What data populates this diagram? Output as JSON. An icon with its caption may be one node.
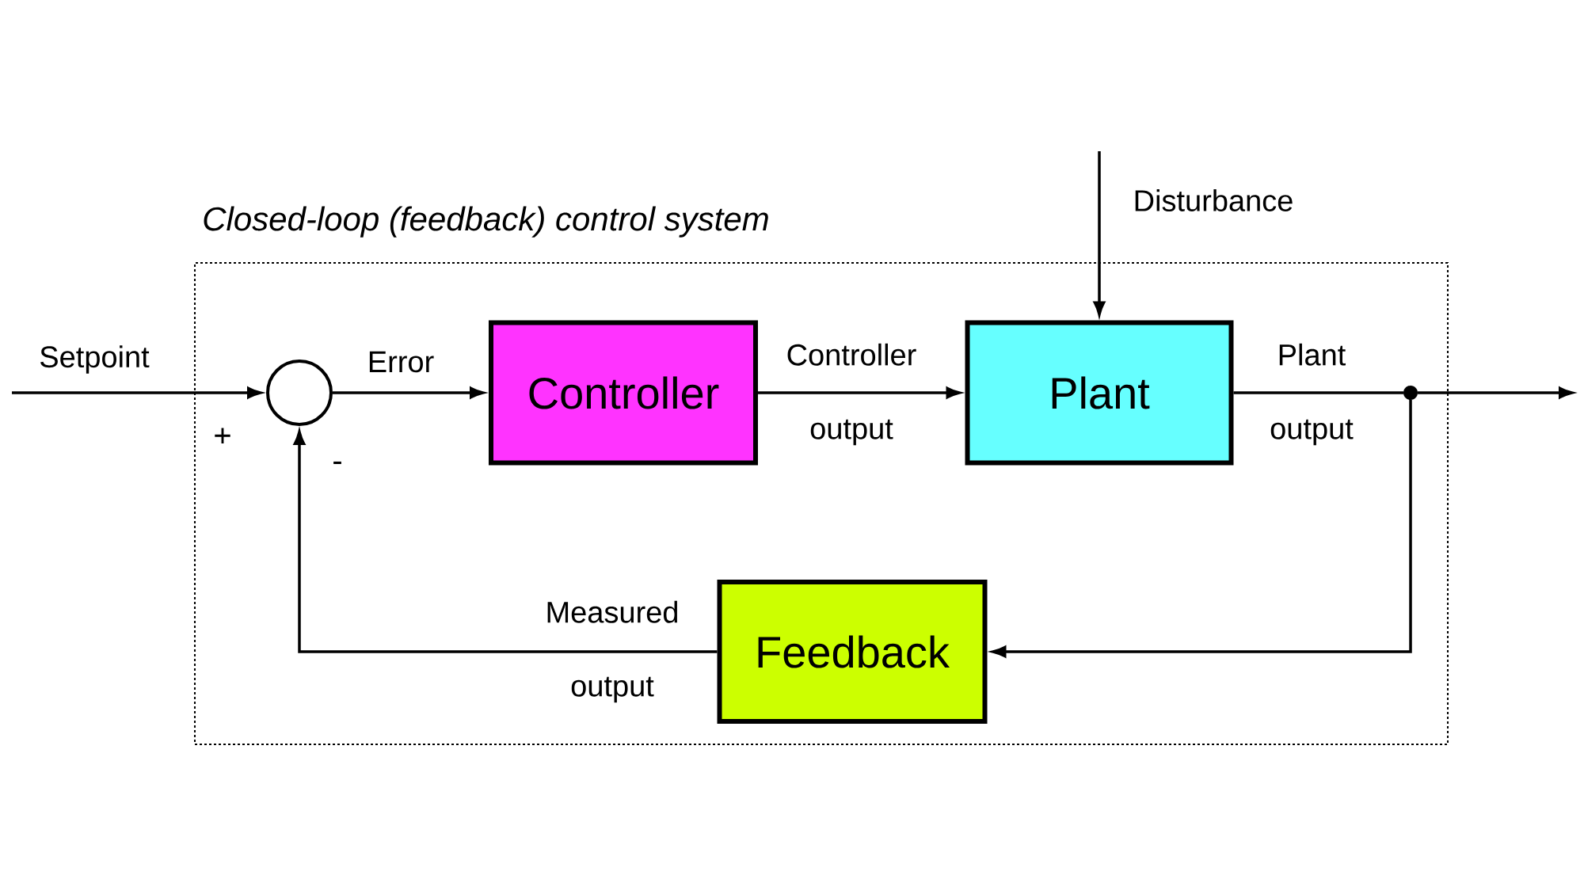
{
  "diagram": {
    "nodes": [
      {
        "text": [
          "Closed-loop (feedback) control system"
        ]
      },
      {
        "text": [],
        "shape": "circle",
        "in": 0
      },
      {
        "text": [
          "Controller"
        ],
        "in": 0
      },
      {
        "text": [
          "Plant"
        ],
        "in": 0
      },
      {
        "text": [
          "Feedback"
        ],
        "in": 0
      },
      {
        "text": [],
        "shape": "circle",
        "in": 0
      }
    ],
    "edges": [
      {
        "from": null,
        "to": 1,
        "arrow": "to",
        "label": "Setpoint"
      },
      {
        "from": 1,
        "to": 2,
        "arrow": "to",
        "label": "Error"
      },
      {
        "from": 2,
        "to": 3,
        "arrow": "to",
        "label": "Controller output"
      },
      {
        "from": 3,
        "to": 5,
        "arrow": "none",
        "label": "Plant output"
      },
      {
        "from": 5,
        "to": null,
        "arrow": "to"
      },
      {
        "from": 5,
        "to": 4,
        "arrow": "to"
      },
      {
        "from": 4,
        "to": 1,
        "arrow": "to",
        "label": "Measured output"
      },
      {
        "from": null,
        "to": 3,
        "arrow": "to",
        "label": "Disturbance"
      }
    ],
    "labels": [
      "+",
      "-"
    ]
  }
}
